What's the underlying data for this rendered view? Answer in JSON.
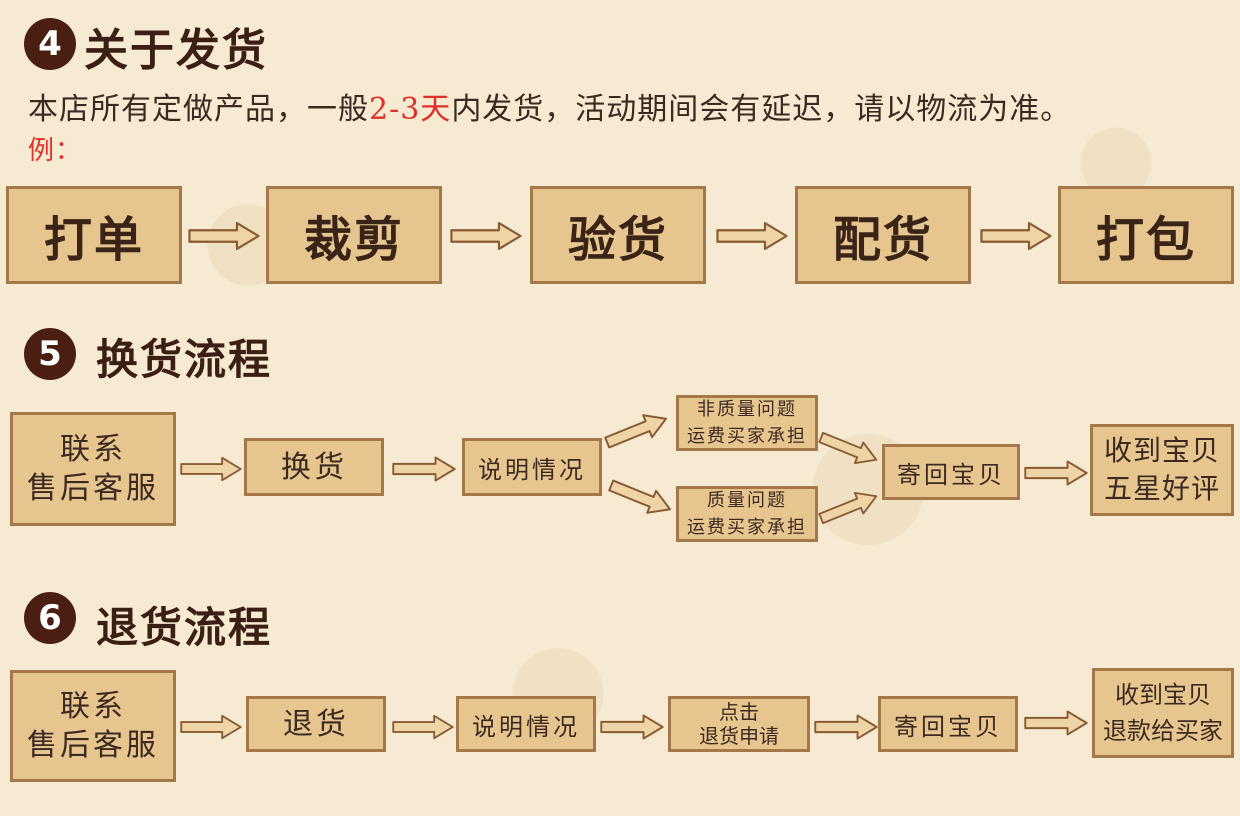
{
  "section4": {
    "num": "4",
    "title": "关于发货",
    "desc_prefix": "本店所有定做产品，一般",
    "desc_highlight": "2-3天",
    "desc_suffix": "内发货，活动期间会有延迟，请以物流为准。",
    "example_label": "例：",
    "steps": [
      "打单",
      "裁剪",
      "验货",
      "配货",
      "打包"
    ]
  },
  "section5": {
    "num": "5",
    "title": "换货流程",
    "contact_l1": "联系",
    "contact_l2": "售后客服",
    "exchange": "换货",
    "explain": "说明情况",
    "nonquality_l1": "非质量问题",
    "nonquality_l2": "运费买家承担",
    "quality_l1": "质量问题",
    "quality_l2": "运费买家承担",
    "send_back": "寄回宝贝",
    "receive_l1": "收到宝贝",
    "receive_l2": "五星好评"
  },
  "section6": {
    "num": "6",
    "title": "退货流程",
    "contact_l1": "联系",
    "contact_l2": "售后客服",
    "return": "退货",
    "explain": "说明情况",
    "apply_l1": "点击",
    "apply_l2": "退货申请",
    "send_back": "寄回宝贝",
    "receive_l1": "收到宝贝",
    "receive_l2": "退款给买家"
  },
  "colors": {
    "background": "#f6ead3",
    "box_fill": "#e6c58f",
    "box_border": "#a5784a",
    "badge": "#4a1f12",
    "highlight": "#e0302a"
  }
}
